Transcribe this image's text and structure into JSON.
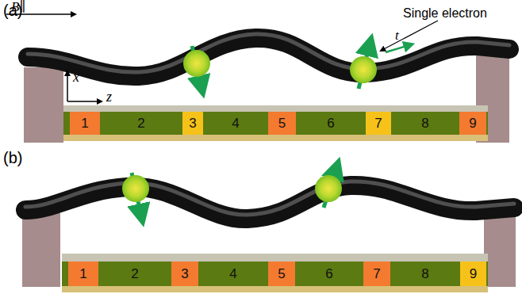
{
  "diagram": {
    "nodes": [
      {
        "text": [
          "1"
        ]
      },
      {
        "text": [
          "2"
        ]
      },
      {
        "text": [
          "3"
        ]
      },
      {
        "text": [
          "4"
        ]
      },
      {
        "text": [
          "5"
        ]
      },
      {
        "text": [
          "6"
        ]
      },
      {
        "text": [
          "7"
        ]
      },
      {
        "text": [
          "8"
        ]
      },
      {
        "text": [
          "9"
        ]
      },
      {
        "text": [
          "1"
        ]
      },
      {
        "text": [
          "2"
        ]
      },
      {
        "text": [
          "3"
        ]
      },
      {
        "text": [
          "4"
        ]
      },
      {
        "text": [
          "5"
        ]
      },
      {
        "text": [
          "6"
        ]
      },
      {
        "text": [
          "7"
        ]
      },
      {
        "text": [
          "8"
        ]
      },
      {
        "text": [
          "9"
        ]
      }
    ],
    "labels": [
      "(a)",
      "B∥",
      "x",
      "z",
      "t",
      "Single electron",
      "(b)"
    ]
  }
}
